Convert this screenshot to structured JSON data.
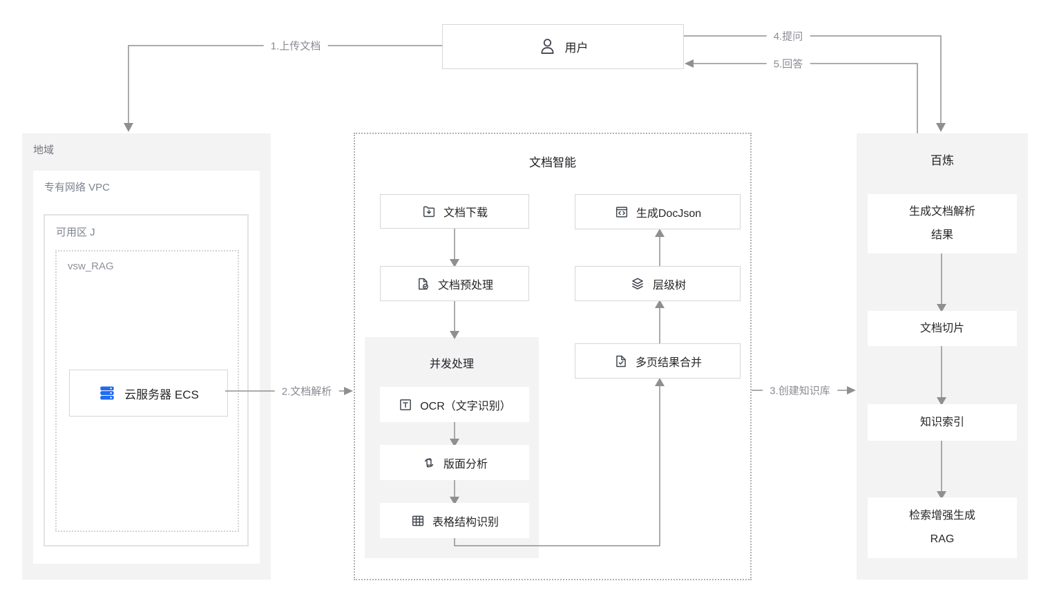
{
  "user": {
    "label": "用户"
  },
  "flows": {
    "upload": "1.上传文档",
    "parse": "2.文档解析",
    "create_kb": "3.创建知识库",
    "ask": "4.提问",
    "answer": "5.回答"
  },
  "region": {
    "label": "地域",
    "vpc": "专有网络 VPC",
    "zone": "可用区 J",
    "vswitch": "vsw_RAG",
    "ecs": "云服务器 ECS"
  },
  "docmind": {
    "title": "文档智能",
    "download": "文档下载",
    "preprocess": "文档预处理",
    "concurrent": "并发处理",
    "ocr": "OCR（文字识别）",
    "layout": "版面分析",
    "table": "表格结构识别",
    "docjson": "生成DocJson",
    "tree": "层级树",
    "merge": "多页结果合并"
  },
  "bailian": {
    "title": "百炼",
    "steps": [
      {
        "lines": [
          "生成文档解析",
          "结果"
        ]
      },
      {
        "lines": [
          "文档切片"
        ]
      },
      {
        "lines": [
          "知识索引"
        ]
      },
      {
        "lines": [
          "检索增强生成",
          "RAG"
        ]
      }
    ]
  },
  "icons": {
    "user": "person-outline",
    "download": "folder-download",
    "preprocess": "doc-check-circle",
    "ocr": "letter-t-square",
    "layout": "doc-rotate-arrows",
    "table": "table-grid",
    "docjson": "code-window",
    "tree": "layers-stack",
    "merge": "doc-checkmark",
    "ecs": "server-stack"
  },
  "colors": {
    "ecs_icon_blue": "#1F6BF2",
    "arrow_gray": "#8F8F8F",
    "container_gray": "#F3F3F4",
    "node_border": "#D6D6D8",
    "flow_label_gray": "#8A8A94",
    "text_dark": "#262626",
    "icon_dark": "#3F444D"
  }
}
